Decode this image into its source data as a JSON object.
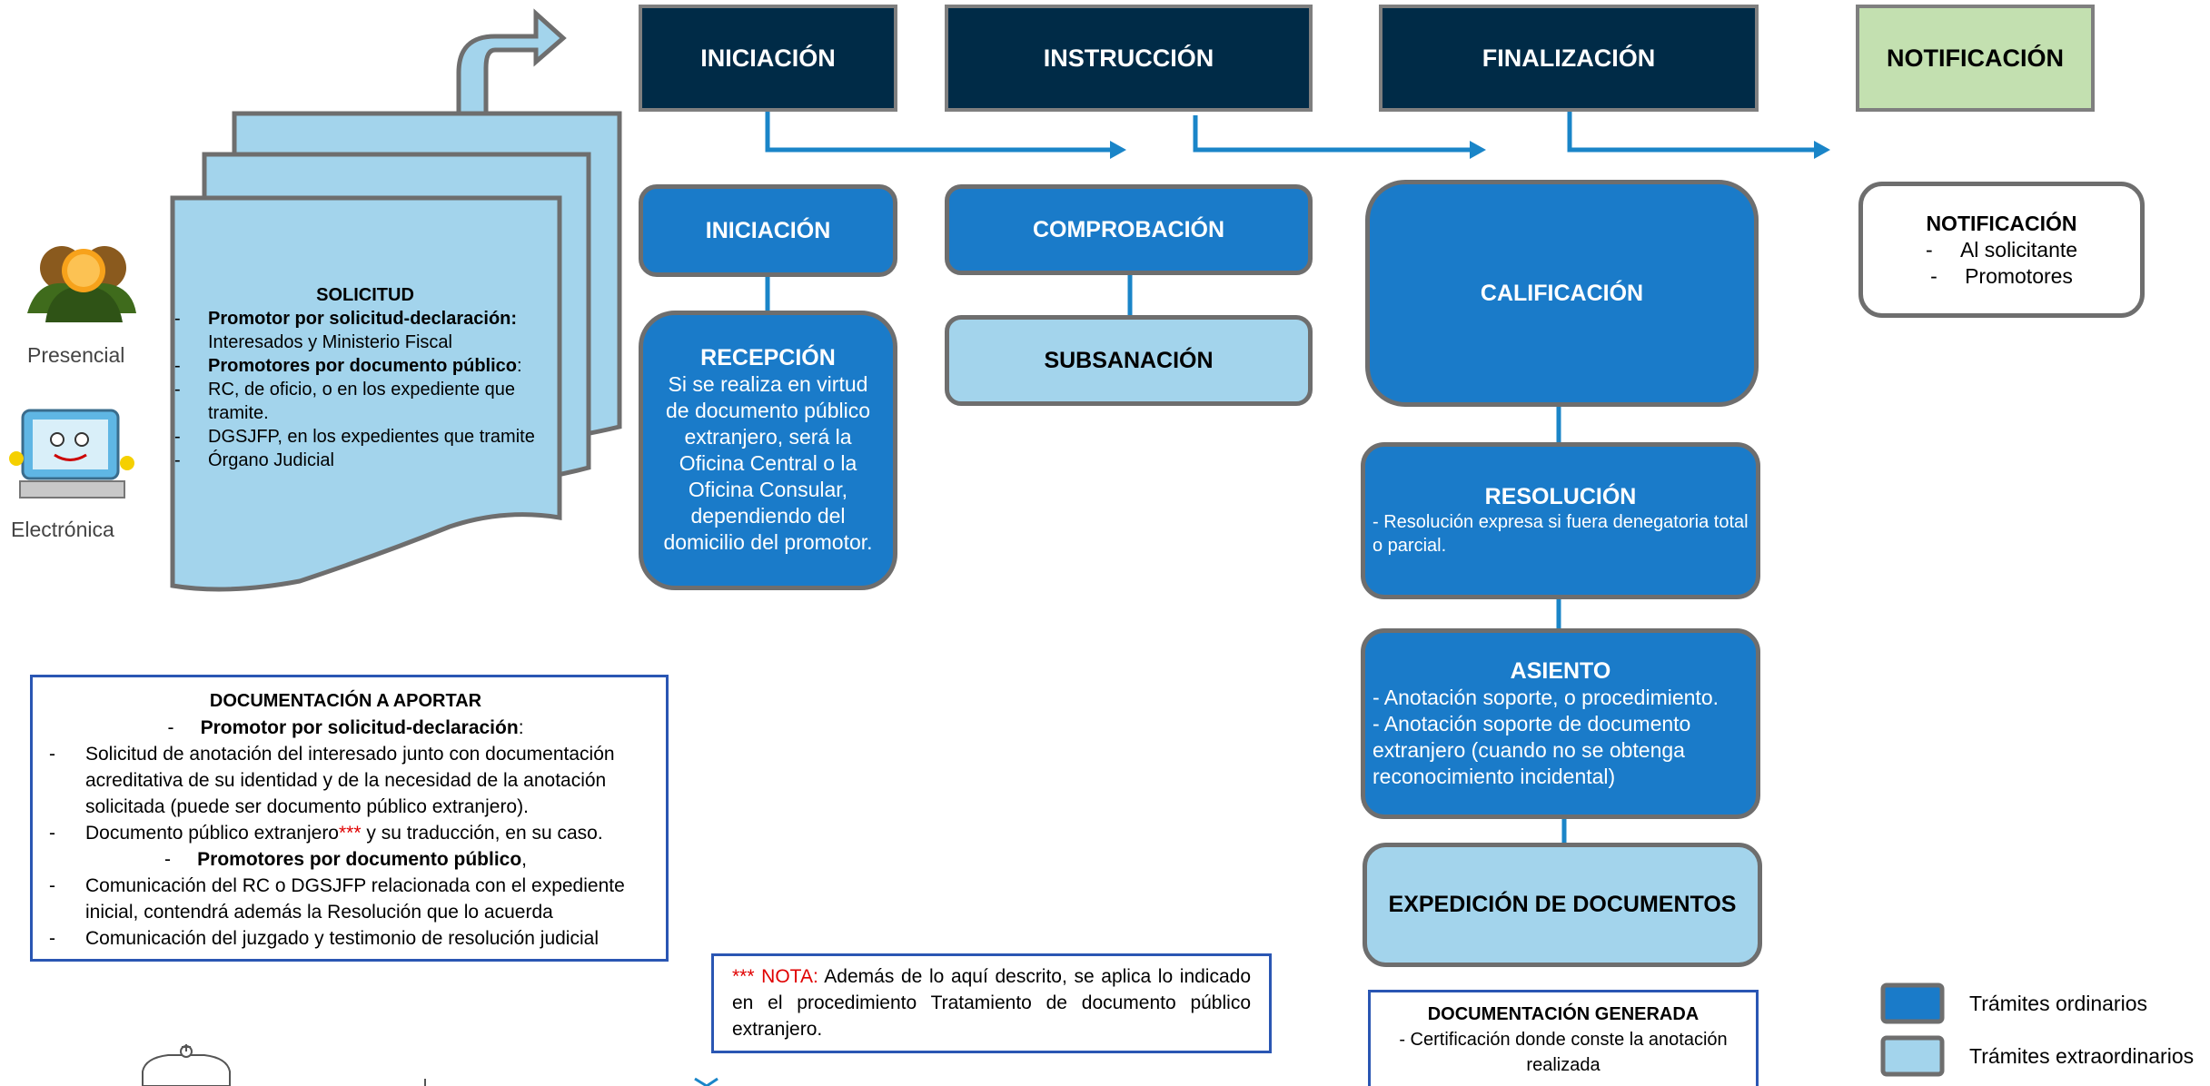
{
  "phases": {
    "iniciacion": "INICIACIÓN",
    "instruccion": "INSTRUCCIÓN",
    "finalizacion": "FINALIZACIÓN",
    "notificacion": "NOTIFICACIÓN"
  },
  "channels": {
    "presencial": "Presencial",
    "electronica": "Electrónica"
  },
  "solicitud": {
    "title": "SOLICITUD",
    "promotor_label": "Promotor por solicitud-declaración:",
    "promotor_text": "Interesados y Ministerio Fiscal",
    "promotores_label": "Promotores por documento público",
    "promotores_colon": ":",
    "items": [
      "RC, de oficio, o en los expediente que tramite.",
      "DGSJFP, en los expedientes que tramite",
      "Órgano Judicial"
    ]
  },
  "steps": {
    "iniciacion": "INICIACIÓN",
    "recepcion_title": "RECEPCIÓN",
    "recepcion_text": "Si se realiza en virtud de documento público extranjero, será la Oficina Central o la Oficina Consular, dependiendo del domicilio del promotor.",
    "comprobacion": "COMPROBACIÓN",
    "subsanacion": "SUBSANACIÓN",
    "calificacion": "CALIFICACIÓN",
    "resolucion_title": "RESOLUCIÓN",
    "resolucion_text": "- Resolución expresa si fuera denegatoria total o parcial.",
    "asiento_title": "ASIENTO",
    "asiento_line1": "- Anotación soporte, o procedimiento.",
    "asiento_line2": "- Anotación soporte de documento extranjero (cuando no se obtenga reconocimiento incidental)",
    "expedicion": "EXPEDICIÓN DE DOCUMENTOS"
  },
  "notificacion_box": {
    "title": "NOTIFICACIÓN",
    "items": [
      "Al solicitante",
      "Promotores"
    ]
  },
  "documentacion_aportar": {
    "title": "DOCUMENTACIÓN A APORTAR",
    "group1_label": "Promotor por solicitud-declaración",
    "group1_items": [
      "Solicitud de anotación del interesado junto con documentación acreditativa de su identidad y de la necesidad de la anotación solicitada (puede ser documento público extranjero)."
    ],
    "item_doc_prefix": "Documento público extranjero",
    "item_doc_stars": "***",
    "item_doc_suffix": " y su traducción, en su caso.",
    "group2_label": "Promotores por documento público",
    "group2_items": [
      "Comunicación del RC o DGSJFP relacionada con el expediente inicial, contendrá además la Resolución que lo acuerda",
      "Comunicación del juzgado y  testimonio de resolución judicial"
    ]
  },
  "nota": {
    "stars": "***",
    "label": " NOTA:",
    "text": " Además de lo aquí descrito, se aplica lo indicado en el procedimiento Tratamiento de documento público extranjero."
  },
  "documentacion_generada": {
    "title": "DOCUMENTACIÓN GENERADA",
    "text": "- Certificación donde conste la anotación realizada"
  },
  "legend": {
    "ordinarios": "Trámites ordinarios",
    "extraordinarios": "Trámites extraordinarios"
  },
  "colors": {
    "header_dark": "#002b47",
    "ordinario": "#1a7bc9",
    "extraordinario": "#a3d4ec",
    "notificacion": "#c3e0b0",
    "arrow": "#1a85c8",
    "border_blue": "#2a56b3",
    "nota_red": "#e00000"
  }
}
